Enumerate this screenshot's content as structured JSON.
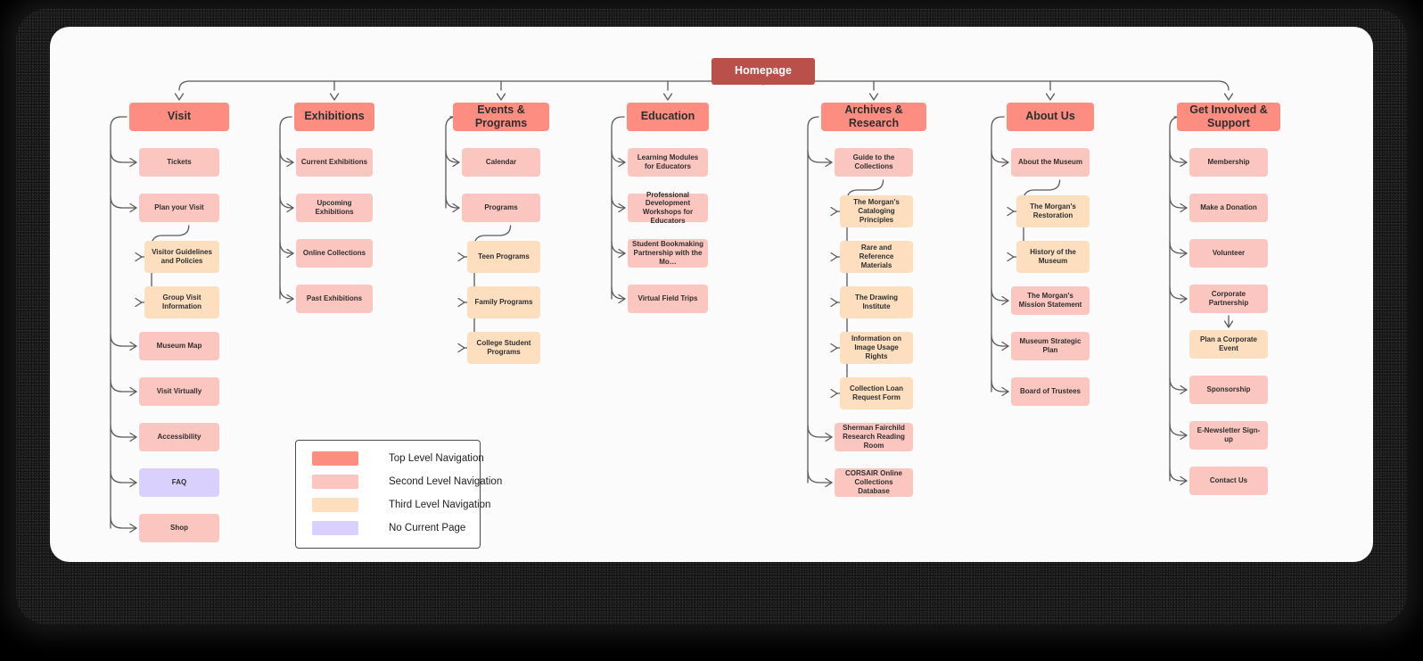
{
  "diagram": {
    "title": "Homepage",
    "root": {
      "label": "Homepage",
      "level": "top"
    }
  },
  "legend": {
    "items": [
      {
        "label": "Top Level Navigation",
        "color": "#fc8d80"
      },
      {
        "label": "Second Level Navigation",
        "color": "#fcc6c0"
      },
      {
        "label": "Third Level Navigation",
        "color": "#fddfc0"
      },
      {
        "label": "No Current Page",
        "color": "#d9d0fd"
      }
    ]
  },
  "columns": [
    {
      "name": "visit",
      "heading": "Visit",
      "children": [
        {
          "label": "Tickets",
          "level": "second"
        },
        {
          "label": "Plan your Visit",
          "level": "second",
          "children": [
            {
              "label": "Visitor Guidelines and Policies",
              "level": "third"
            },
            {
              "label": "Group Visit Information",
              "level": "third"
            }
          ]
        },
        {
          "label": "Museum Map",
          "level": "second"
        },
        {
          "label": "Visit Virtually",
          "level": "second"
        },
        {
          "label": "Accessibility",
          "level": "second"
        },
        {
          "label": "FAQ",
          "level": "none"
        },
        {
          "label": "Shop",
          "level": "second"
        }
      ]
    },
    {
      "name": "exhibitions",
      "heading": "Exhibitions",
      "children": [
        {
          "label": "Current Exhibitions",
          "level": "second"
        },
        {
          "label": "Upcoming Exhibitions",
          "level": "second"
        },
        {
          "label": "Online Collections",
          "level": "second"
        },
        {
          "label": "Past Exhibitions",
          "level": "second"
        }
      ]
    },
    {
      "name": "events-programs",
      "heading": "Events & Programs",
      "children": [
        {
          "label": "Calendar",
          "level": "second"
        },
        {
          "label": "Programs",
          "level": "second",
          "children": [
            {
              "label": "Teen Programs",
              "level": "third"
            },
            {
              "label": "Family Programs",
              "level": "third"
            },
            {
              "label": "College Student Programs",
              "level": "third"
            }
          ]
        }
      ]
    },
    {
      "name": "education",
      "heading": "Education",
      "children": [
        {
          "label": "Learning Modules for Educators",
          "level": "second"
        },
        {
          "label": "Professional Development Workshops for Educators",
          "level": "second"
        },
        {
          "label": "Student Bookmaking Partnership with the Mo…",
          "level": "second"
        },
        {
          "label": "Virtual Field Trips",
          "level": "second"
        }
      ]
    },
    {
      "name": "archives-research",
      "heading": "Archives & Research",
      "children": [
        {
          "label": "Guide to the Collections",
          "level": "second",
          "children": [
            {
              "label": "The Morgan's Cataloging Principles",
              "level": "third"
            },
            {
              "label": "Rare and Reference Materials",
              "level": "third"
            },
            {
              "label": "The Drawing Institute",
              "level": "third"
            },
            {
              "label": "Information on Image Usage Rights",
              "level": "third"
            },
            {
              "label": "Collection Loan Request Form",
              "level": "third"
            }
          ]
        },
        {
          "label": "Sherman Fairchild Research Reading Room",
          "level": "second"
        },
        {
          "label": "CORSAIR Online Collections Database",
          "level": "second"
        }
      ]
    },
    {
      "name": "about-us",
      "heading": "About Us",
      "children": [
        {
          "label": "About the Museum",
          "level": "second",
          "children": [
            {
              "label": "The Morgan's Restoration",
              "level": "third"
            },
            {
              "label": "History of the Museum",
              "level": "third"
            }
          ]
        },
        {
          "label": "The Morgan's Mission Statement",
          "level": "second"
        },
        {
          "label": "Museum Strategic Plan",
          "level": "second"
        },
        {
          "label": "Board of Trustees",
          "level": "second"
        }
      ]
    },
    {
      "name": "get-involved-support",
      "heading": "Get Involved & Support",
      "children": [
        {
          "label": "Membership",
          "level": "second"
        },
        {
          "label": "Make a Donation",
          "level": "second"
        },
        {
          "label": "Volunteer",
          "level": "second"
        },
        {
          "label": "Corporate Partnership",
          "level": "second",
          "children": [
            {
              "label": "Plan a Corporate Event",
              "level": "third"
            }
          ]
        },
        {
          "label": "Sponsorship",
          "level": "second"
        },
        {
          "label": "E-Newsletter Sign-up",
          "level": "second"
        },
        {
          "label": "Contact Us",
          "level": "second"
        }
      ]
    }
  ]
}
